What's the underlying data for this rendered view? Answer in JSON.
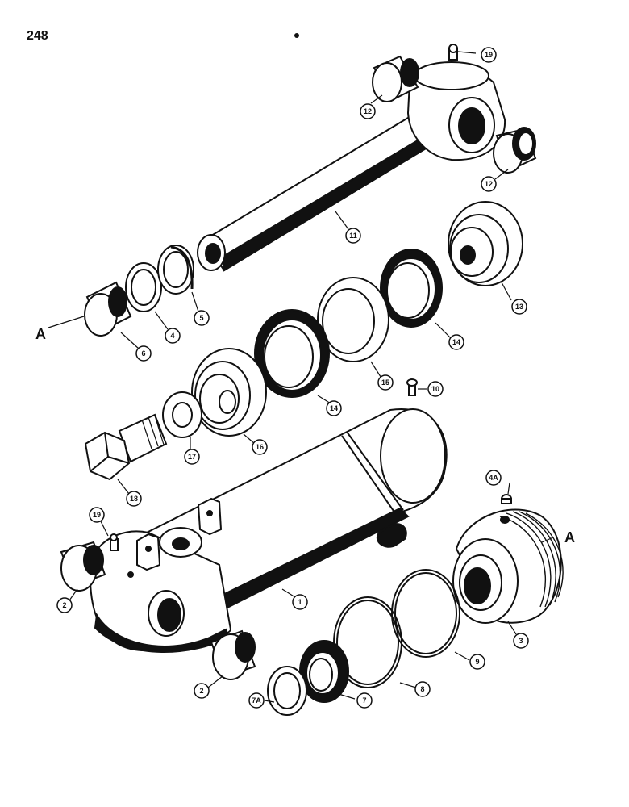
{
  "page": {
    "number": "248"
  },
  "section_markers": {
    "left": "A",
    "right": "A"
  },
  "callouts": [
    {
      "id": "c19-top",
      "label": "19"
    },
    {
      "id": "c12-left",
      "label": "12"
    },
    {
      "id": "c12-right",
      "label": "12"
    },
    {
      "id": "c11",
      "label": "11"
    },
    {
      "id": "c13",
      "label": "13"
    },
    {
      "id": "c6",
      "label": "6"
    },
    {
      "id": "c4",
      "label": "4"
    },
    {
      "id": "c5",
      "label": "5"
    },
    {
      "id": "c14-right",
      "label": "14"
    },
    {
      "id": "c15",
      "label": "15"
    },
    {
      "id": "c14-left",
      "label": "14"
    },
    {
      "id": "c10",
      "label": "10"
    },
    {
      "id": "c16",
      "label": "16"
    },
    {
      "id": "c17",
      "label": "17"
    },
    {
      "id": "c18",
      "label": "18"
    },
    {
      "id": "c4a",
      "label": "4A"
    },
    {
      "id": "c19-bottom",
      "label": "19"
    },
    {
      "id": "c1",
      "label": "1"
    },
    {
      "id": "c2-left",
      "label": "2"
    },
    {
      "id": "c3",
      "label": "3"
    },
    {
      "id": "c9",
      "label": "9"
    },
    {
      "id": "c8",
      "label": "8"
    },
    {
      "id": "c7",
      "label": "7"
    },
    {
      "id": "c7a",
      "label": "7A"
    },
    {
      "id": "c2-bottom",
      "label": "2"
    }
  ]
}
